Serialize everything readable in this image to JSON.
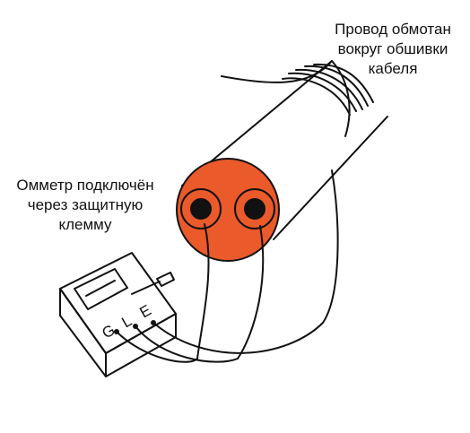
{
  "labels": {
    "wire_label": "Провод обмотан\nвокруг обшивки\nкабеля",
    "ohmmeter_label": "Омметр подключён\nчерез защитную\nклемму"
  },
  "terminals": [
    "G",
    "L",
    "E"
  ],
  "colors": {
    "insulation": "#ea5a2a",
    "conductor": "#111111",
    "line": "#111111",
    "background": "#ffffff"
  },
  "icons": {
    "meter": "ohmmeter-icon",
    "cable": "cable-icon"
  }
}
